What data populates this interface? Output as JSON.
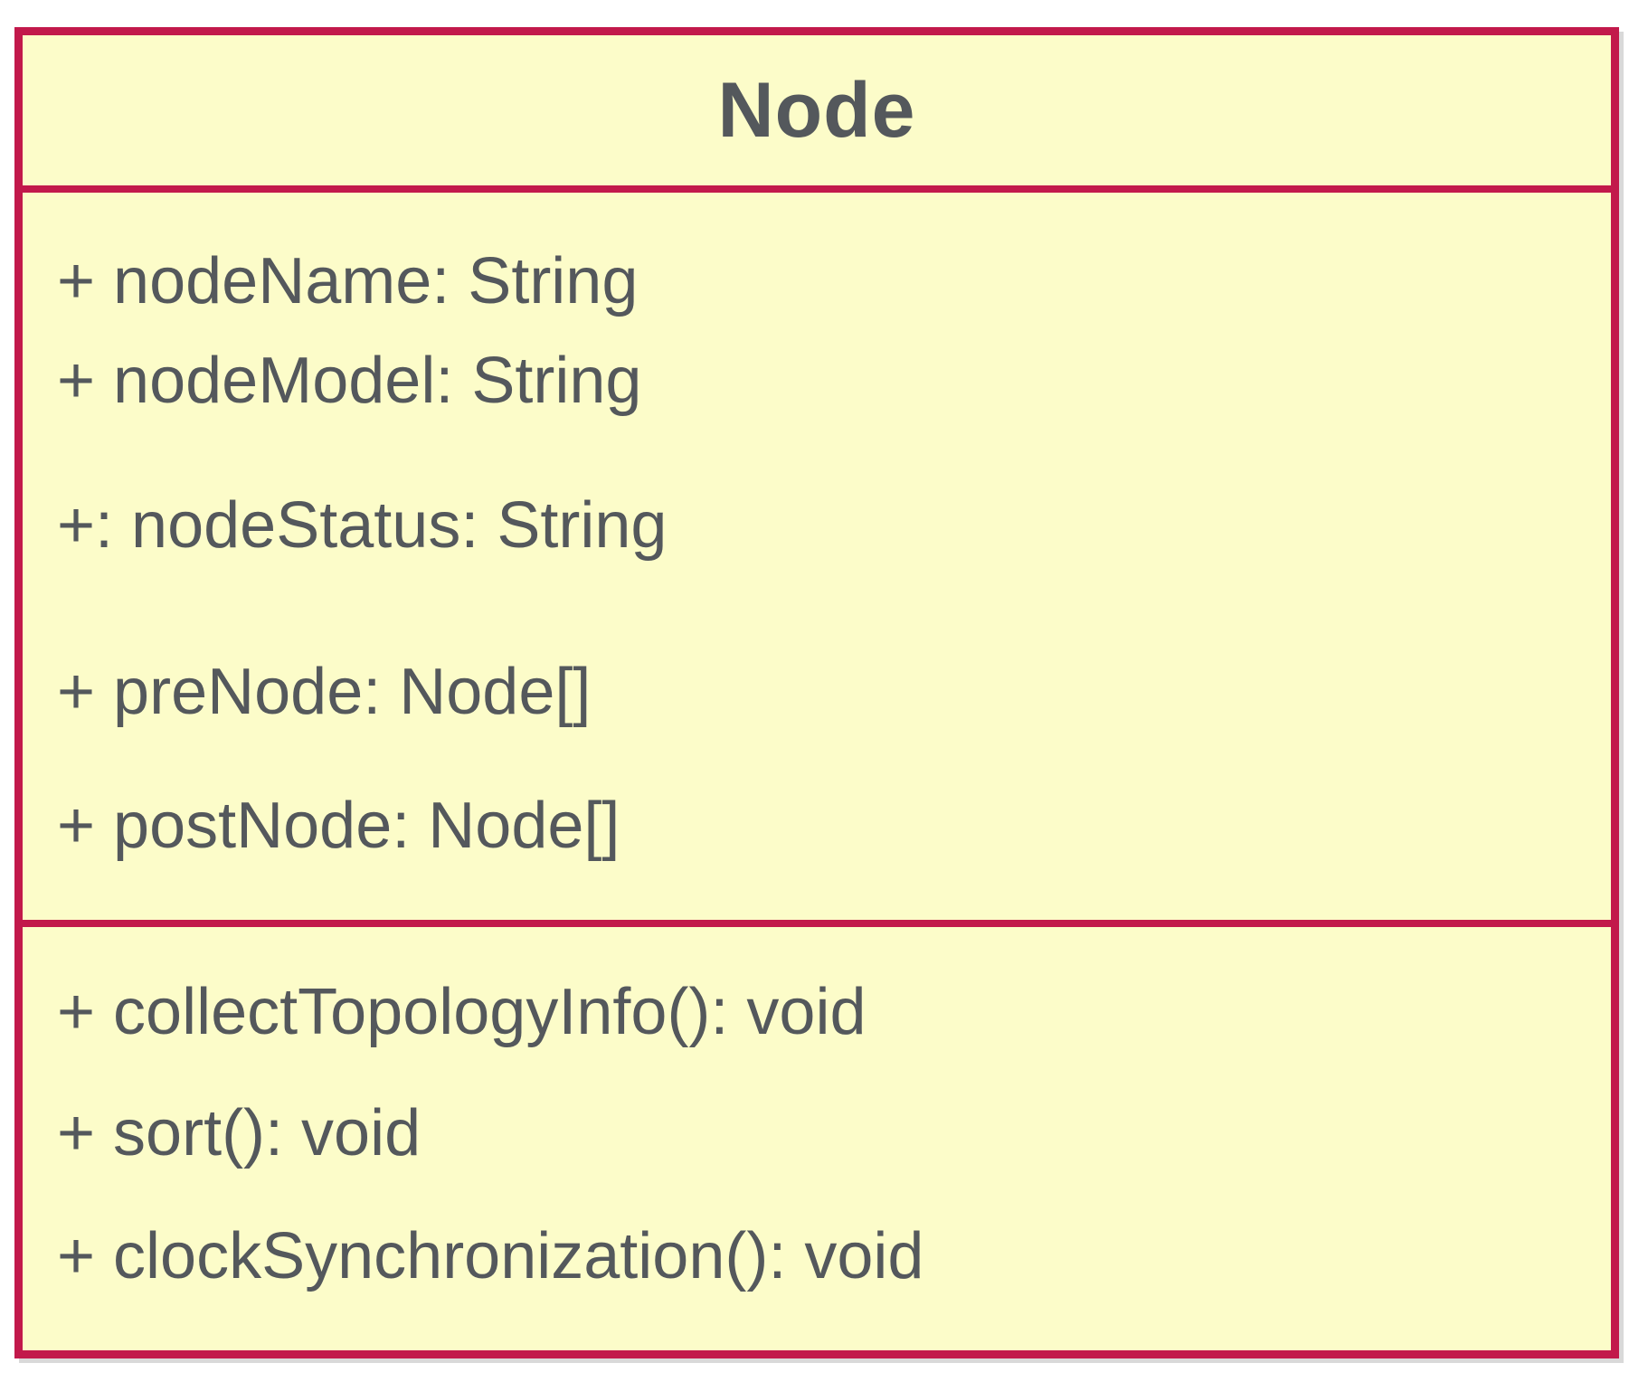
{
  "diagram": {
    "type": "uml-class-diagram",
    "class": {
      "name": "Node",
      "attributes": [
        "+ nodeName: String",
        "+ nodeModel: String",
        "+: nodeStatus: String",
        "+ preNode: Node[]",
        "+ postNode: Node[]"
      ],
      "methods": [
        "+ collectTopologyInfo(): void",
        "+ sort(): void",
        "+ clockSynchronization(): void"
      ]
    },
    "colors": {
      "border": "#C2194B",
      "fill": "#FCFCC9",
      "text": "#54585C",
      "page_background": "#FFFFFF"
    }
  }
}
